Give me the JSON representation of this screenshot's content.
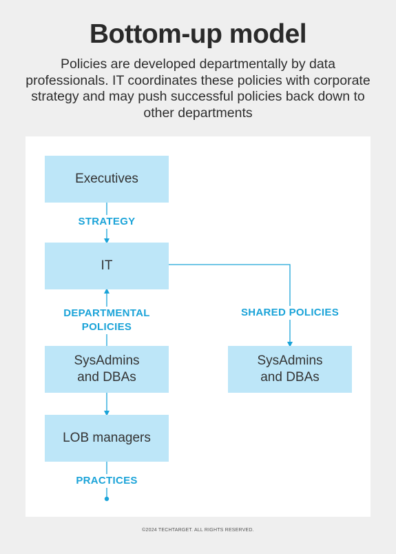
{
  "title": "Bottom-up model",
  "subtitle": "Policies are developed departmentally by data professionals. IT coordinates these policies with corporate strategy and may push successful policies back down to other departments",
  "nodes": {
    "executives": "Executives",
    "it": "IT",
    "sysadmins_left_line1": "SysAdmins",
    "sysadmins_left_line2": "and DBAs",
    "lob_managers": "LOB managers",
    "sysadmins_right_line1": "SysAdmins",
    "sysadmins_right_line2": "and DBAs"
  },
  "edge_labels": {
    "strategy": "STRATEGY",
    "departmental_line1": "DEPARTMENTAL",
    "departmental_line2": "POLICIES",
    "shared_policies": "SHARED POLICIES",
    "practices": "PRACTICES"
  },
  "colors": {
    "box_fill": "#bde6f8",
    "accent": "#1aa3d8",
    "background": "#efefef",
    "panel": "#ffffff"
  },
  "footer": "©2024 TECHTARGET. ALL RIGHTS RESERVED."
}
